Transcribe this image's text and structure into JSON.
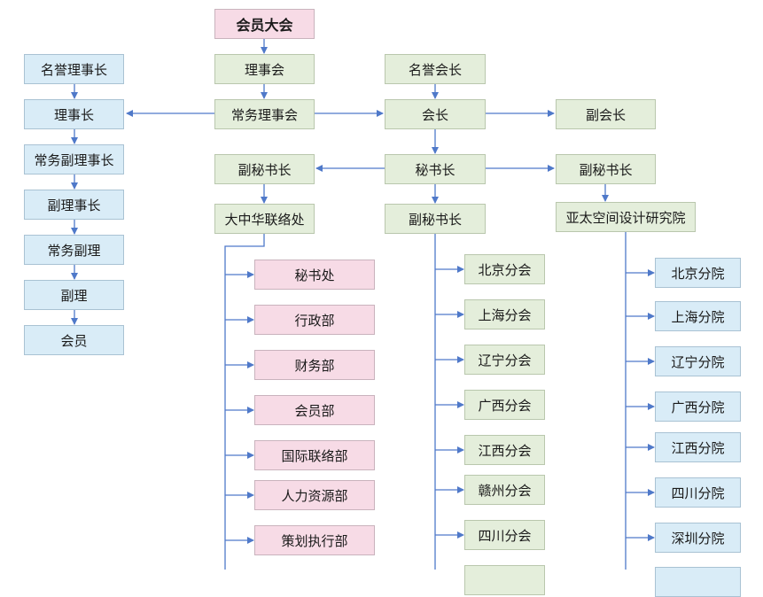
{
  "top": {
    "assembly": "会员大会",
    "council": "理事会",
    "standing_council": "常务理事会"
  },
  "left_chain": [
    "名誉理事长",
    "理事长",
    "常务副理事长",
    "副理事长",
    "常务副理",
    "副理",
    "会员"
  ],
  "right_top": {
    "hon_president": "名誉会长",
    "president": "会长",
    "vice_president": "副会长",
    "secretary_general": "秘书长",
    "deputy_sec_left": "副秘书长",
    "deputy_sec_center": "副秘书长",
    "deputy_sec_right": "副秘书长"
  },
  "liaison_office": "大中华联络处",
  "departments": [
    "秘书处",
    "行政部",
    "财务部",
    "会员部",
    "国际联络部",
    "人力资源部",
    "策划执行部"
  ],
  "branches": [
    "北京分会",
    "上海分会",
    "辽宁分会",
    "广西分会",
    "江西分会",
    "赣州分会",
    "四川分会"
  ],
  "institute": "亚太空间设计研究院",
  "institute_branches": [
    "北京分院",
    "上海分院",
    "辽宁分院",
    "广西分院",
    "江西分院",
    "四川分院",
    "深圳分院"
  ],
  "colors": {
    "line": "#4f79c9",
    "pink": "#f7dbe6",
    "green": "#e4eedb",
    "blue": "#d9ecf7"
  }
}
